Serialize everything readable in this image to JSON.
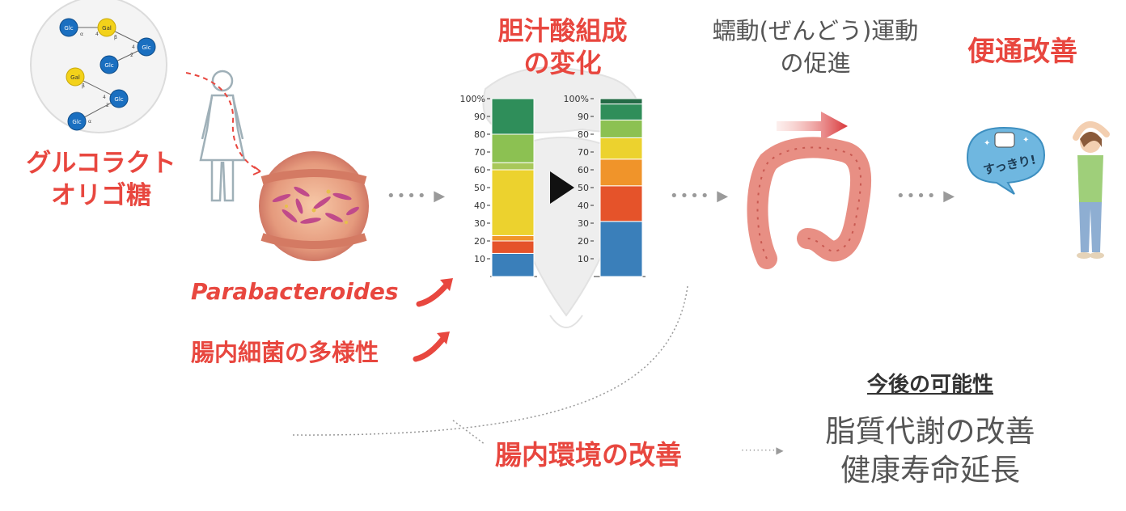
{
  "molecule": {
    "nodes": [
      "Glc",
      "Gal",
      "Glc",
      "Glc",
      "Gal",
      "Glc",
      "Glc"
    ],
    "bond_labels": [
      "α",
      "4",
      "β",
      "4",
      "2",
      "β",
      "4",
      "2",
      "α"
    ],
    "name_line1": "グルコラクト",
    "name_line2": "オリゴ糖"
  },
  "bacteria": {
    "genus": "Parabacteroides",
    "diversity": "腸内細菌の多様性"
  },
  "bile": {
    "title_line1": "胆汁酸組成",
    "title_line2": "の変化"
  },
  "chart_data": [
    {
      "type": "bar",
      "stacked": true,
      "ylim": [
        0,
        100
      ],
      "ticks": [
        "100%",
        "90",
        "80",
        "70",
        "60",
        "50",
        "40",
        "30",
        "20",
        "10"
      ],
      "segments": [
        {
          "from": 0,
          "to": 13,
          "color": "#3a7fba"
        },
        {
          "from": 13,
          "to": 20,
          "color": "#e5532a"
        },
        {
          "from": 20,
          "to": 23,
          "color": "#f0942a"
        },
        {
          "from": 23,
          "to": 60,
          "color": "#ecd22e"
        },
        {
          "from": 60,
          "to": 64,
          "color": "#a8c85a"
        },
        {
          "from": 64,
          "to": 80,
          "color": "#8cc152"
        },
        {
          "from": 80,
          "to": 100,
          "color": "#2f8e5a"
        }
      ]
    },
    {
      "type": "bar",
      "stacked": true,
      "ylim": [
        0,
        100
      ],
      "ticks": [
        "100%",
        "90",
        "80",
        "70",
        "60",
        "50",
        "40",
        "30",
        "20",
        "10"
      ],
      "segments": [
        {
          "from": 0,
          "to": 31,
          "color": "#3a7fba"
        },
        {
          "from": 31,
          "to": 51,
          "color": "#e5532a"
        },
        {
          "from": 51,
          "to": 66,
          "color": "#f0942a"
        },
        {
          "from": 66,
          "to": 78,
          "color": "#ecd22e"
        },
        {
          "from": 78,
          "to": 88,
          "color": "#8cc152"
        },
        {
          "from": 88,
          "to": 97,
          "color": "#2f8e5a"
        },
        {
          "from": 97,
          "to": 100,
          "color": "#246b46"
        }
      ]
    }
  ],
  "peristalsis": {
    "line1": "蠕動(ぜんどう)運動",
    "line2": "の促進"
  },
  "bowel": {
    "title": "便通改善",
    "bubble": "すっきり!"
  },
  "gut_env": "腸内環境の改善",
  "future": {
    "heading": "今後の可能性",
    "item1": "脂質代謝の改善",
    "item2": "健康寿命延長"
  },
  "colors": {
    "accent_red": "#e8473f",
    "text_gray": "#555555"
  }
}
